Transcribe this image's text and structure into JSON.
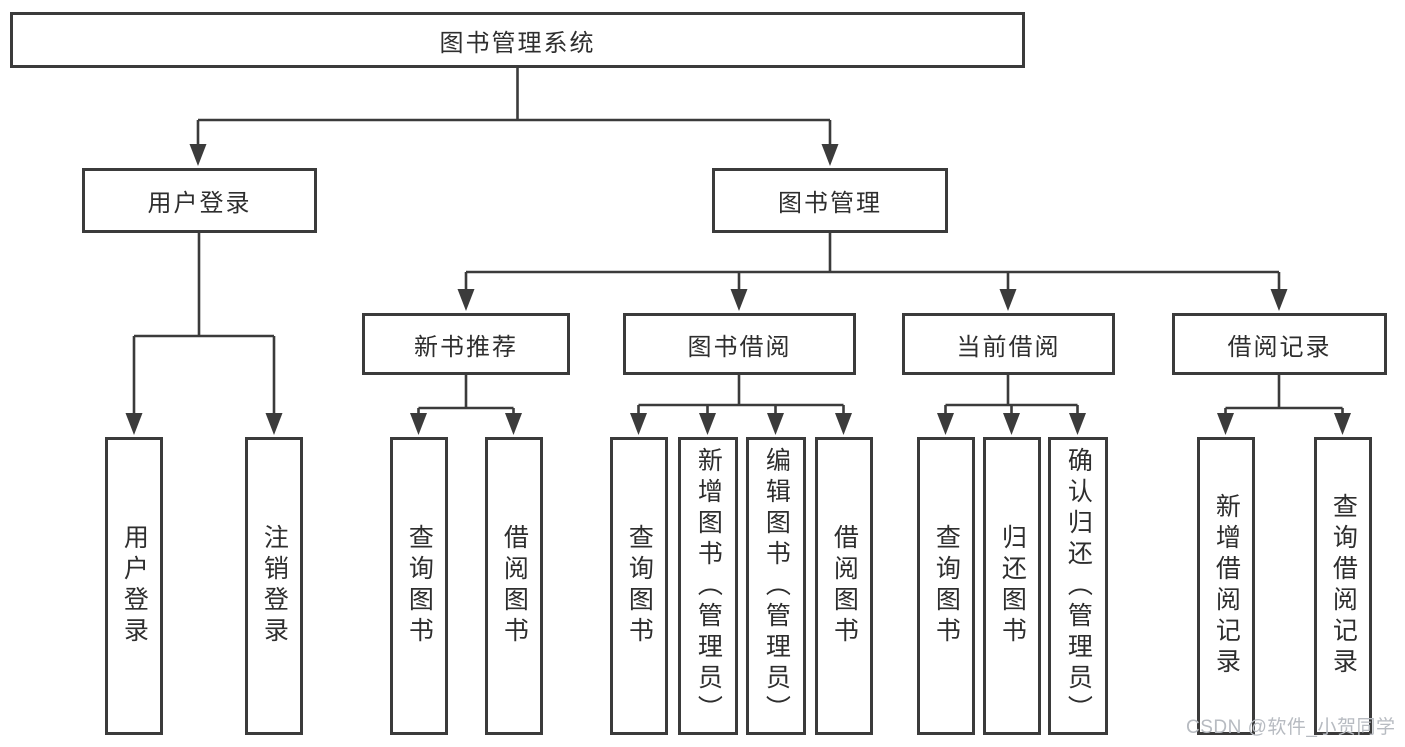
{
  "diagram": {
    "nodes": {
      "root": "图书管理系统",
      "user_login": "用户登录",
      "book_mgmt": "图书管理",
      "new_book": "新书推荐",
      "book_borrow": "图书借阅",
      "current_borrow": "当前借阅",
      "borrow_record": "借阅记录",
      "leaf_user_login": "用户登录",
      "leaf_logout": "注销登录",
      "leaf_nb_query": "查询图书",
      "leaf_nb_borrow": "借阅图书",
      "leaf_bb_query": "查询图书",
      "leaf_bb_add": "新增图书（管理员）",
      "leaf_bb_edit": "编辑图书（管理员）",
      "leaf_bb_borrow": "借阅图书",
      "leaf_cb_query": "查询图书",
      "leaf_cb_return": "归还图书",
      "leaf_cb_confirm": "确认归还（管理员）",
      "leaf_br_add": "新增借阅记录",
      "leaf_br_query": "查询借阅记录"
    },
    "colors": {
      "line": "#3b3b3b",
      "box_fill": "#ffffff",
      "text": "#2e2e2e",
      "background": "#ffffff",
      "watermark": "#b7bbc1"
    }
  },
  "watermark": {
    "text": "CSDN @软件_小贺同学"
  }
}
